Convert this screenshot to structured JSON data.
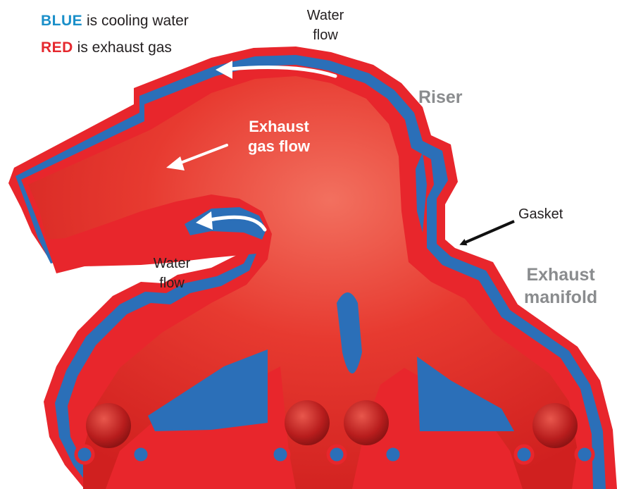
{
  "legend": {
    "blue": {
      "keyword": "BLUE",
      "rest": " is cooling water",
      "color": "#1a8fc9"
    },
    "red": {
      "keyword": "RED",
      "rest": " is exhaust gas",
      "color": "#e5282e"
    }
  },
  "labels": {
    "water_flow_top": [
      "Water",
      "flow"
    ],
    "water_flow_left": [
      "Water",
      "flow"
    ],
    "exhaust_gas_flow": [
      "Exhaust",
      "gas flow"
    ],
    "riser": "Riser",
    "gasket": "Gasket",
    "exhaust_manifold": [
      "Exhaust",
      "manifold"
    ]
  },
  "colors": {
    "casing": "#e8262c",
    "water": "#2b6fb8",
    "gas": "#e83a33",
    "gray_label": "#8a8c8e",
    "arrow_dark": "#111111"
  },
  "icons": [
    "water-flow-arrow-icon",
    "exhaust-flow-arrow-icon",
    "gasket-pointer-arrow-icon"
  ]
}
